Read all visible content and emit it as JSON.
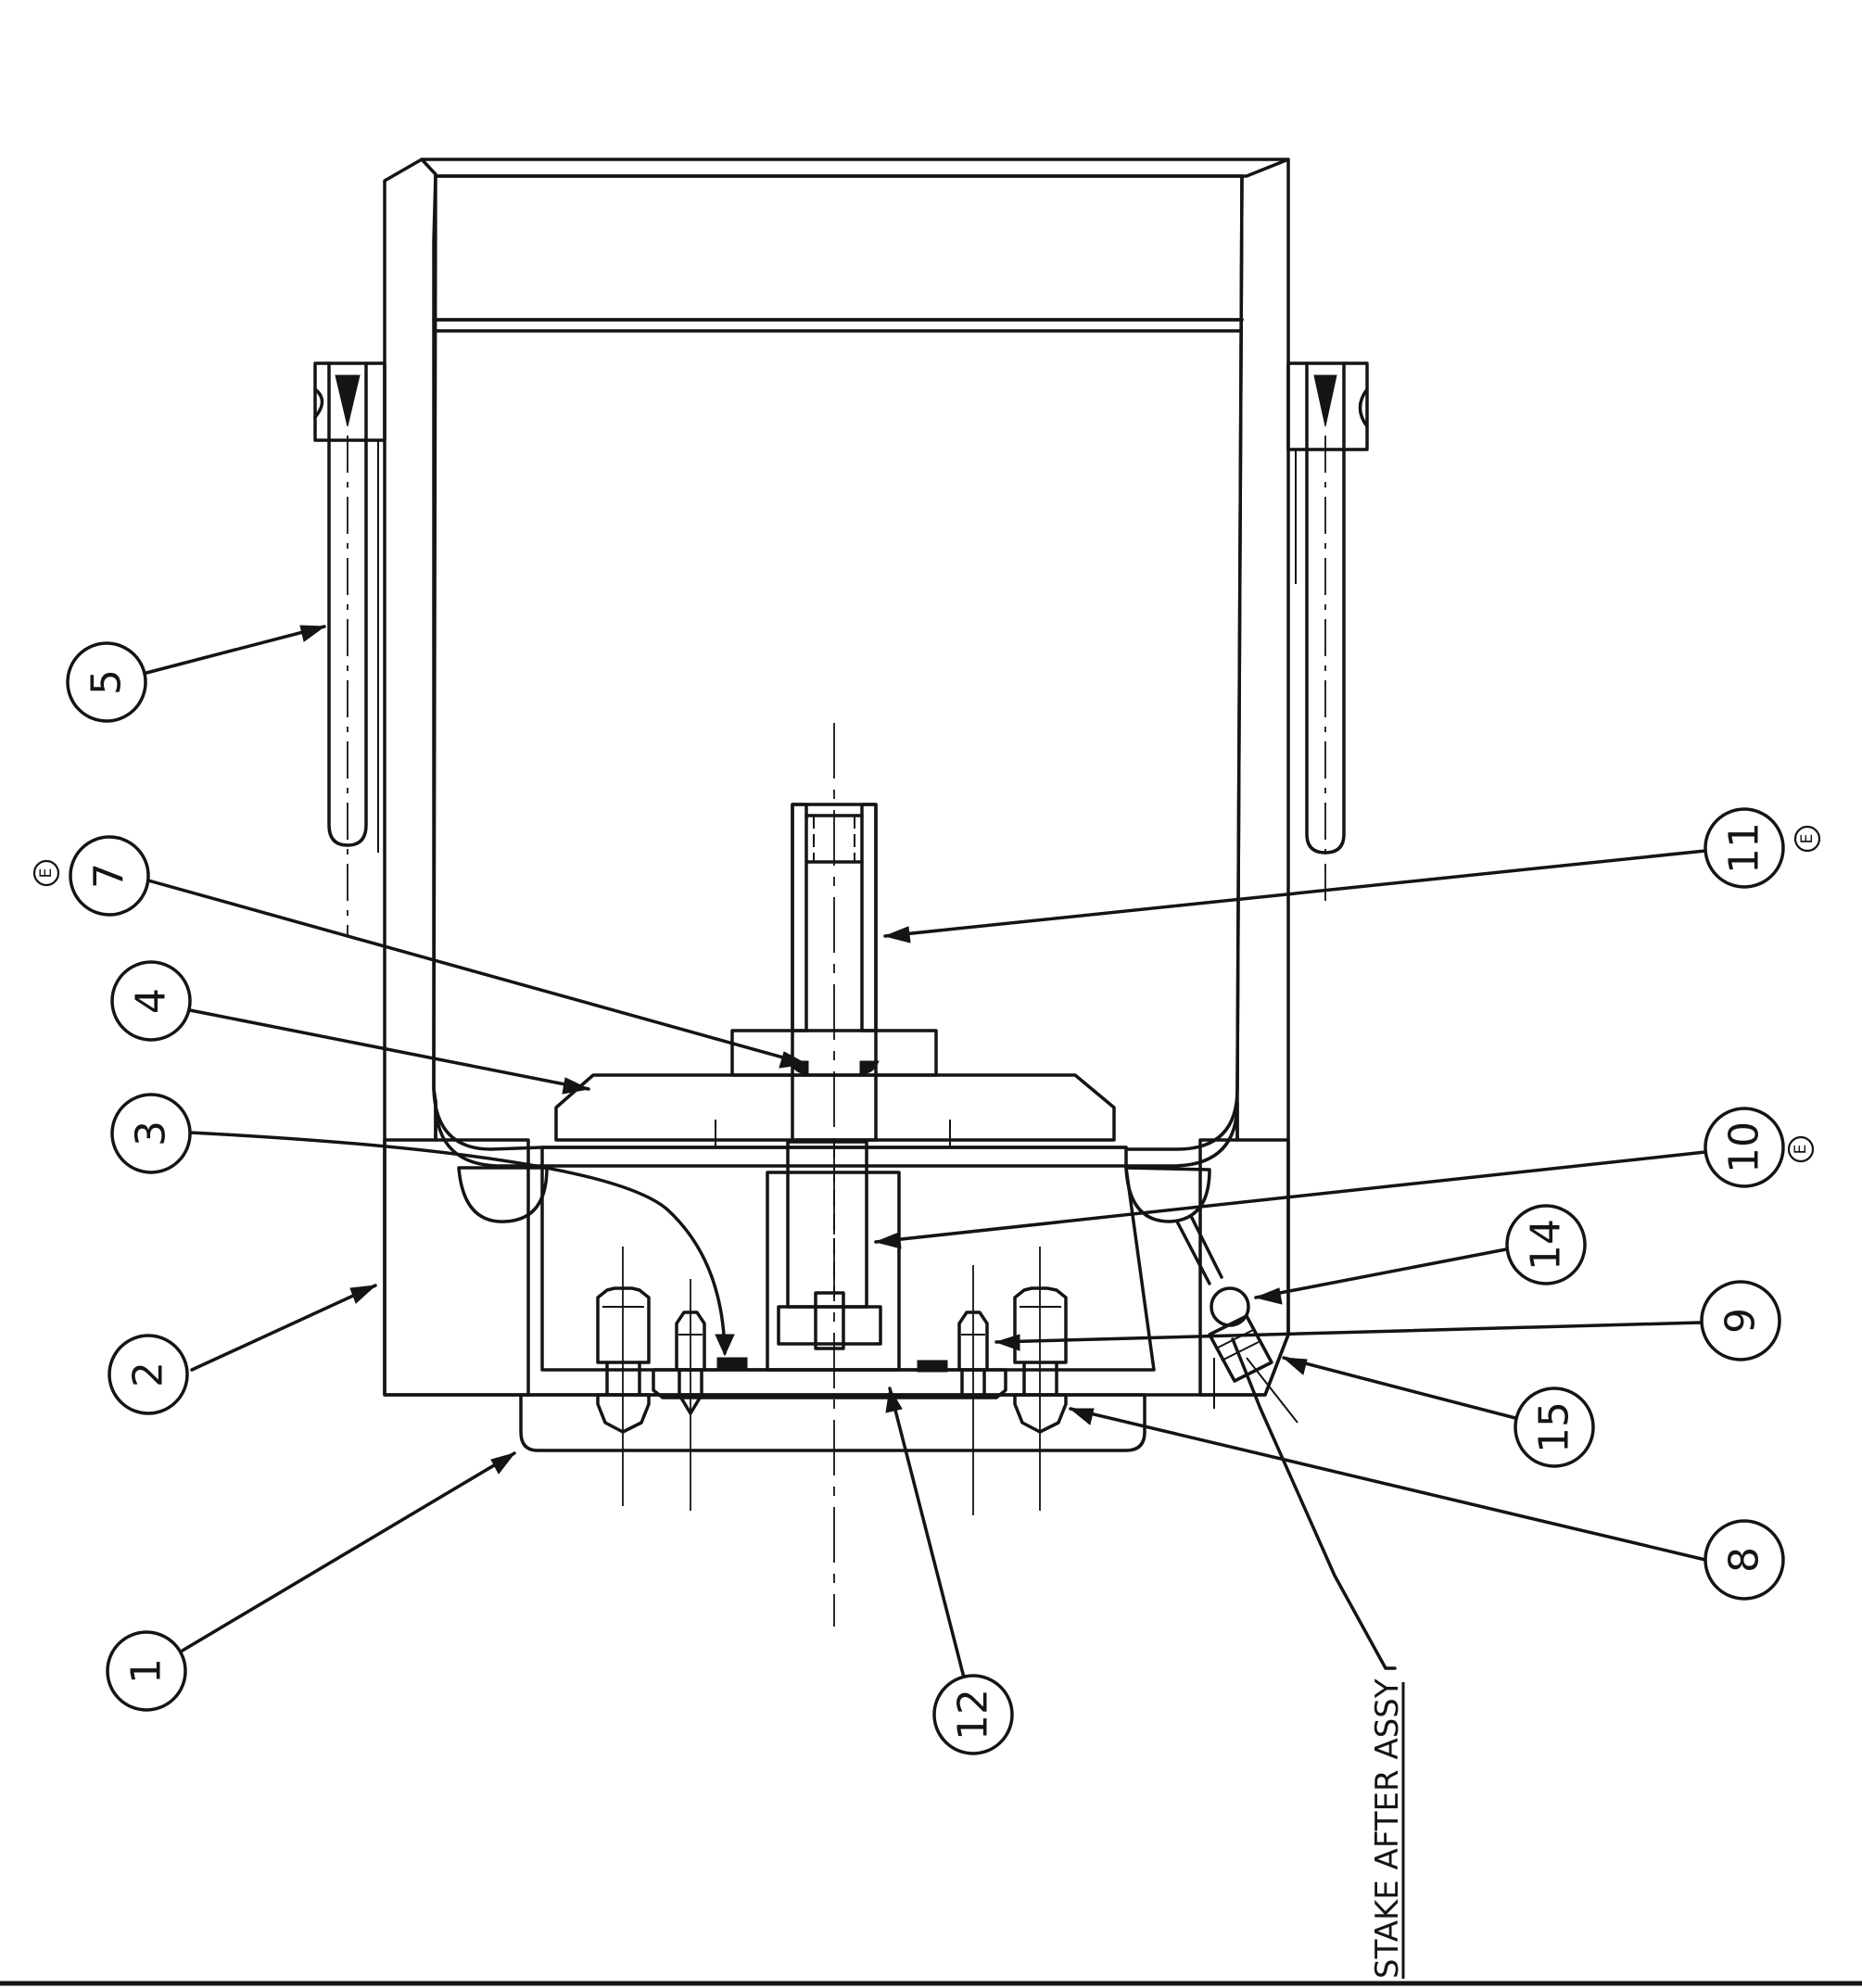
{
  "balloons": [
    {
      "label": "1"
    },
    {
      "label": "2"
    },
    {
      "label": "3"
    },
    {
      "label": "4"
    },
    {
      "label": "5"
    },
    {
      "label": "7"
    },
    {
      "label": "8"
    },
    {
      "label": "9"
    },
    {
      "label": "10"
    },
    {
      "label": "11"
    },
    {
      "label": "12"
    },
    {
      "label": "14"
    },
    {
      "label": "15"
    }
  ],
  "markers": [
    {
      "label": "E"
    },
    {
      "label": "E"
    },
    {
      "label": "E"
    }
  ],
  "note": {
    "text": "STAKE AFTER ASSY"
  }
}
